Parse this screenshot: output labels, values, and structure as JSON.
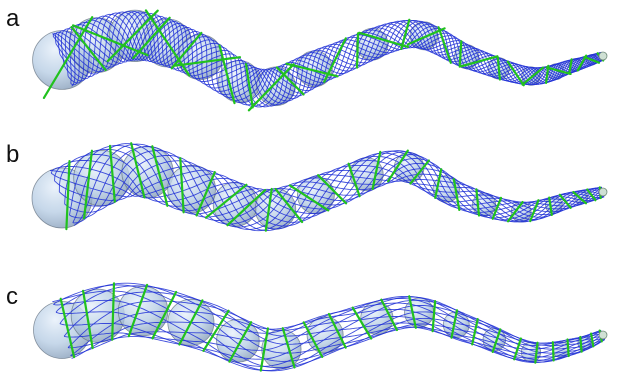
{
  "panels": [
    {
      "label": "a"
    },
    {
      "label": "b"
    },
    {
      "label": "c"
    }
  ],
  "colors": {
    "background": "#ffffff",
    "sphere_fill": "#a9c3de",
    "sphere_edge": "#5d6b7a",
    "contour_lines": "#1e2fd6",
    "cross_sections": "#21c21e"
  }
}
